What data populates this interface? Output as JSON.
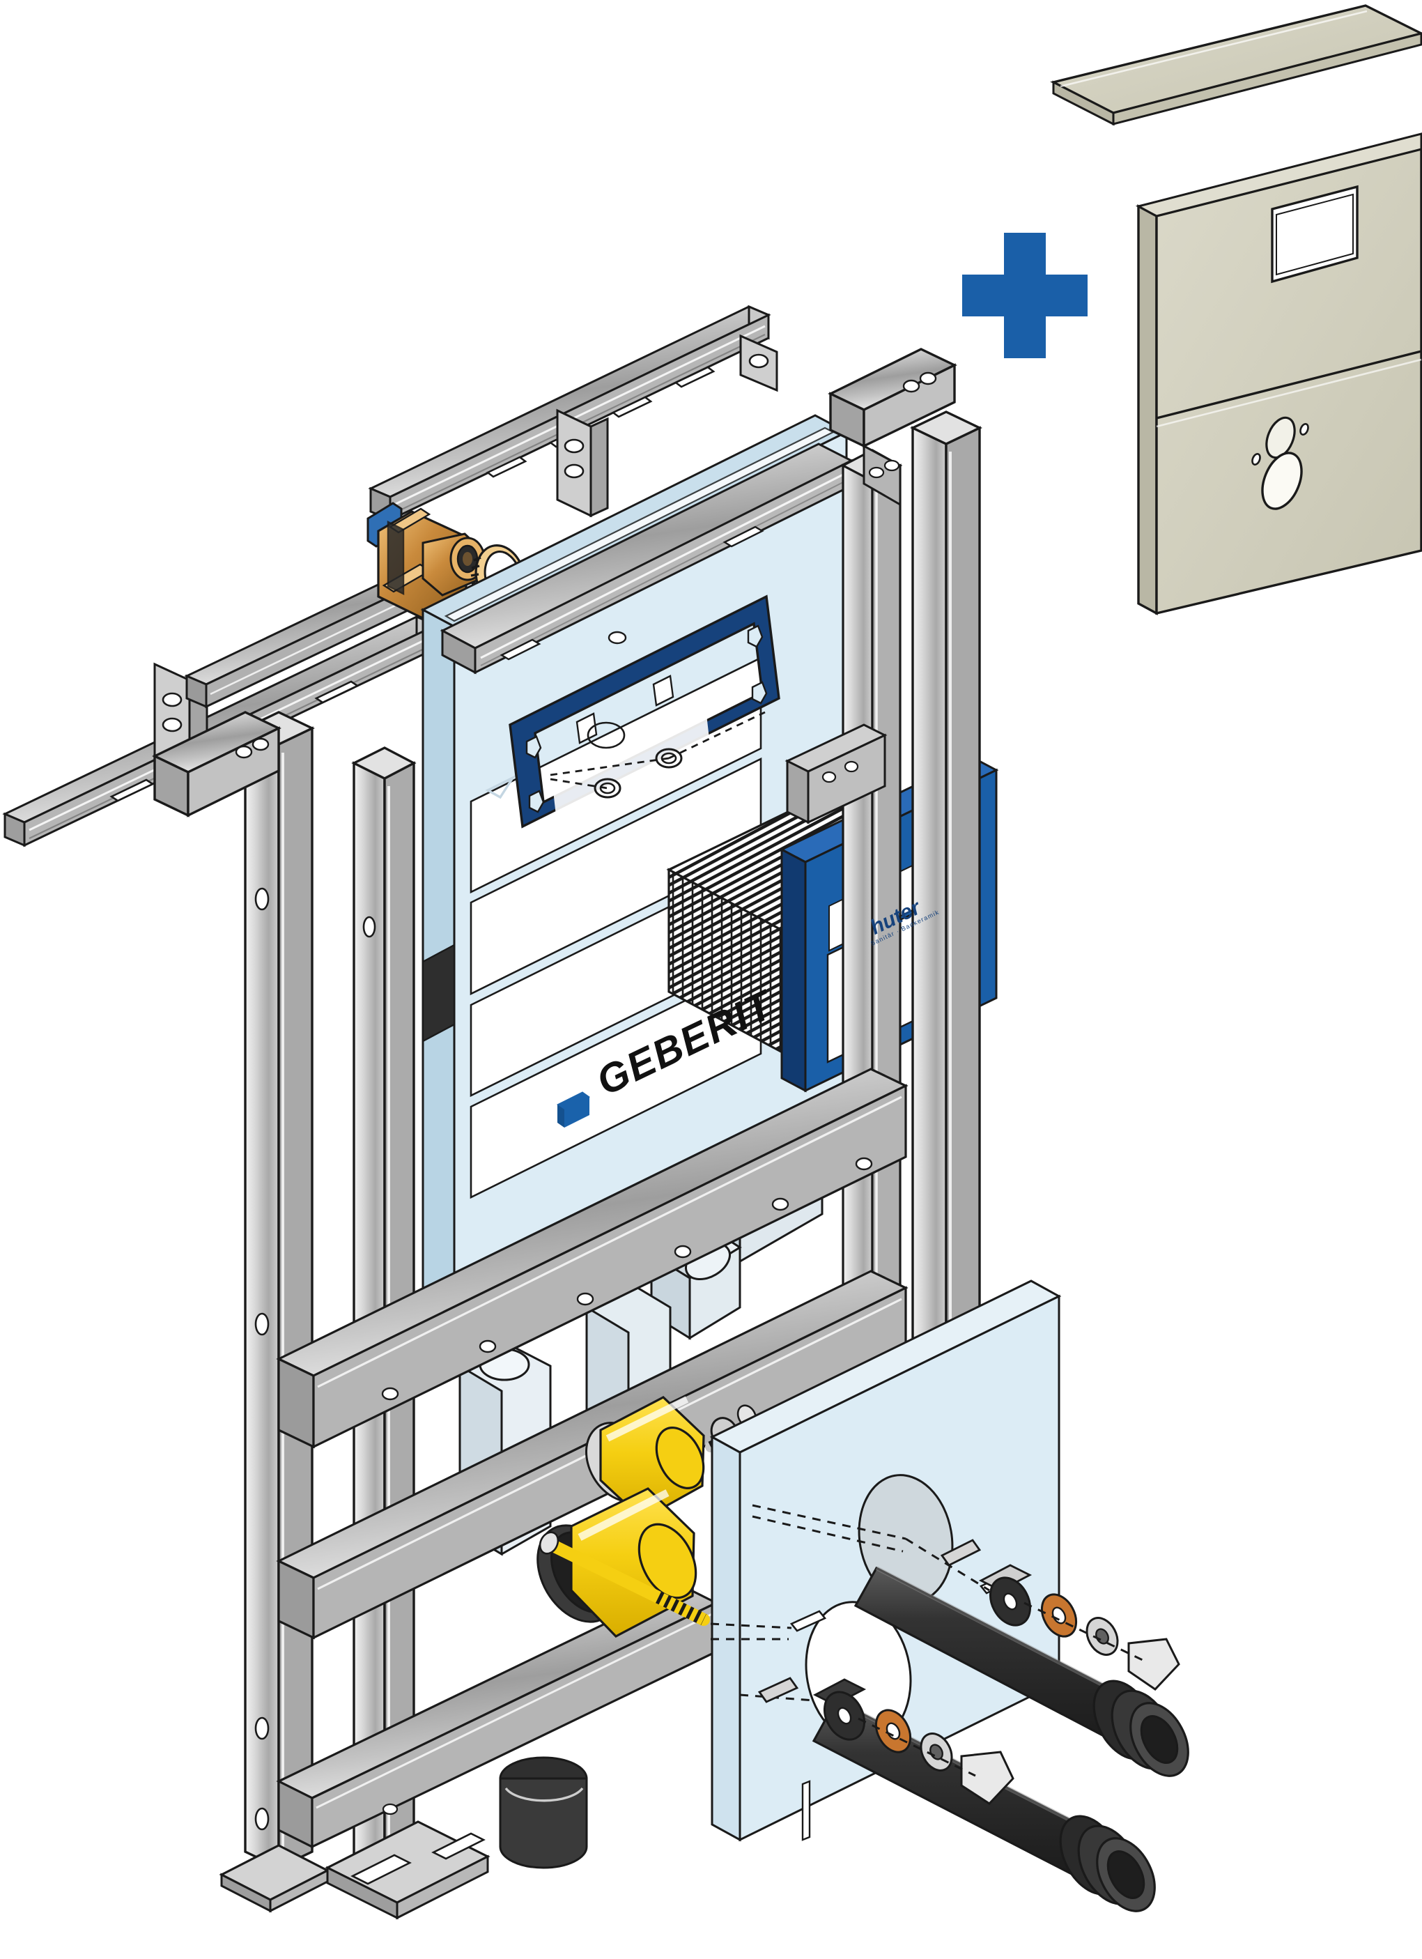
{
  "illustration": {
    "title": "Geberit in-wall cistern installation frame exploded assembly",
    "type": "exploded-technical-line-drawing",
    "background_color": "#ffffff",
    "brand_primary": "GEBERIT",
    "brand_secondary": "huter"
  },
  "palette": {
    "white": "#ffffff",
    "outline": "#1a1a1a",
    "steel_light": "#e4e4e4",
    "steel_mid": "#bdbdbd",
    "steel_dark": "#9a9a9a",
    "steel_shadow": "#7d7d7d",
    "cistern_pale_blue": "#dcecf5",
    "cistern_pale_blue_2": "#cbe2ef",
    "accent_blue": "#1a5fa8",
    "brand_blue_dark": "#16427c",
    "geberit_blue": "#1a62ab",
    "huter_yellow": "#f2e10c",
    "plate_beige": "#d4d2c0",
    "plate_beige_dark": "#c6c4b1",
    "sleeve_yellow": "#f5cf12",
    "sleeve_yellow_dark": "#e0b800",
    "brass": "#c98a3c",
    "brass_light": "#e8b45c",
    "brass_dark": "#a06a22",
    "copper_washer": "#c8762f",
    "black_pipe": "#2b2b2b",
    "black_pipe_light": "#4a4a4a",
    "drain_black": "#3a3a3a"
  },
  "plus_symbol": {
    "glyph": "+",
    "color": "#1a5fa8",
    "meaning": "combined-with"
  },
  "labels": {
    "geberit": "GEBERIT",
    "huter": "huter",
    "huter_tagline": "Sanitär · Badkeramik"
  },
  "components": [
    {
      "id": "wall-rail-upper",
      "name": "Upper wall mounting rail",
      "color": "#bdbdbd"
    },
    {
      "id": "wall-rail-lower",
      "name": "Lower wall mounting rail",
      "color": "#bdbdbd"
    },
    {
      "id": "rail-bracket",
      "name": "Rail cross bracket",
      "color": "#cfcfcf"
    },
    {
      "id": "brass-valve",
      "name": "Brass stop valve fitting",
      "color": "#c98a3c"
    },
    {
      "id": "knurled-ring",
      "name": "Knurled cover ring",
      "color": "#e8b45c"
    },
    {
      "id": "cistern",
      "name": "Geberit concealed cistern",
      "color": "#dcecf5"
    },
    {
      "id": "cistern-gasket-frame",
      "name": "Inspection opening gasket frame",
      "color": "#16427c"
    },
    {
      "id": "protection-sheets",
      "name": "Protective sheet stack",
      "color": "#ffffff"
    },
    {
      "id": "huter-cover-board",
      "name": "huter branded cover board",
      "color": "#1a5fa8"
    },
    {
      "id": "frame-post-left",
      "name": "Left frame post",
      "color": "#c7c7c7"
    },
    {
      "id": "frame-post-right",
      "name": "Right frame post",
      "color": "#c7c7c7"
    },
    {
      "id": "frame-foot-left",
      "name": "Left adjustable foot plate",
      "color": "#c7c7c7"
    },
    {
      "id": "frame-foot-right",
      "name": "Right adjustable foot plate",
      "color": "#c7c7c7"
    },
    {
      "id": "flush-pipe",
      "name": "Flush pipe elbow",
      "color": "#e9eef2"
    },
    {
      "id": "waste-bend",
      "name": "Waste connector bend",
      "color": "#e9eef2"
    },
    {
      "id": "drain-outlet",
      "name": "Drain outlet socket",
      "color": "#3a3a3a"
    },
    {
      "id": "yellow-sleeve-upper",
      "name": "Upper yellow protection sleeve",
      "color": "#f5cf12"
    },
    {
      "id": "yellow-sleeve-lower",
      "name": "Lower yellow protection sleeve",
      "color": "#f5cf12"
    },
    {
      "id": "threaded-rod-upper",
      "name": "Upper threaded stud",
      "color": "#bdbdbd"
    },
    {
      "id": "threaded-rod-lower",
      "name": "Lower threaded stud",
      "color": "#bdbdbd"
    },
    {
      "id": "mounting-board",
      "name": "Pre-wall mounting board",
      "color": "#dcecf5"
    },
    {
      "id": "connector-pipe-upper",
      "name": "Upper black connector pipe",
      "color": "#2b2b2b"
    },
    {
      "id": "connector-pipe-lower",
      "name": "Lower black connector pipe",
      "color": "#2b2b2b"
    },
    {
      "id": "washer-copper-upper",
      "name": "Upper copper washer",
      "color": "#c8762f"
    },
    {
      "id": "washer-copper-lower",
      "name": "Lower copper washer",
      "color": "#c8762f"
    },
    {
      "id": "nut-upper",
      "name": "Upper hex nut",
      "color": "#d2d2d2"
    },
    {
      "id": "nut-lower",
      "name": "Lower hex nut",
      "color": "#d2d2d2"
    },
    {
      "id": "cone-cap-upper",
      "name": "Upper cone cap",
      "color": "#e8e8e8"
    },
    {
      "id": "cone-cap-lower",
      "name": "Lower cone cap",
      "color": "#e8e8e8"
    },
    {
      "id": "flush-plate-cover",
      "name": "Flush plate top cover strip",
      "color": "#d4d2c0"
    },
    {
      "id": "flush-plate",
      "name": "Dual flush actuator plate",
      "color": "#d4d2c0"
    },
    {
      "id": "flush-plate-window",
      "name": "Flush plate service window",
      "color": "#ffffff"
    },
    {
      "id": "flush-button-large",
      "name": "Large full flush button",
      "color": "#ffffff"
    },
    {
      "id": "flush-button-small",
      "name": "Small partial flush button",
      "color": "#ffffff"
    }
  ]
}
